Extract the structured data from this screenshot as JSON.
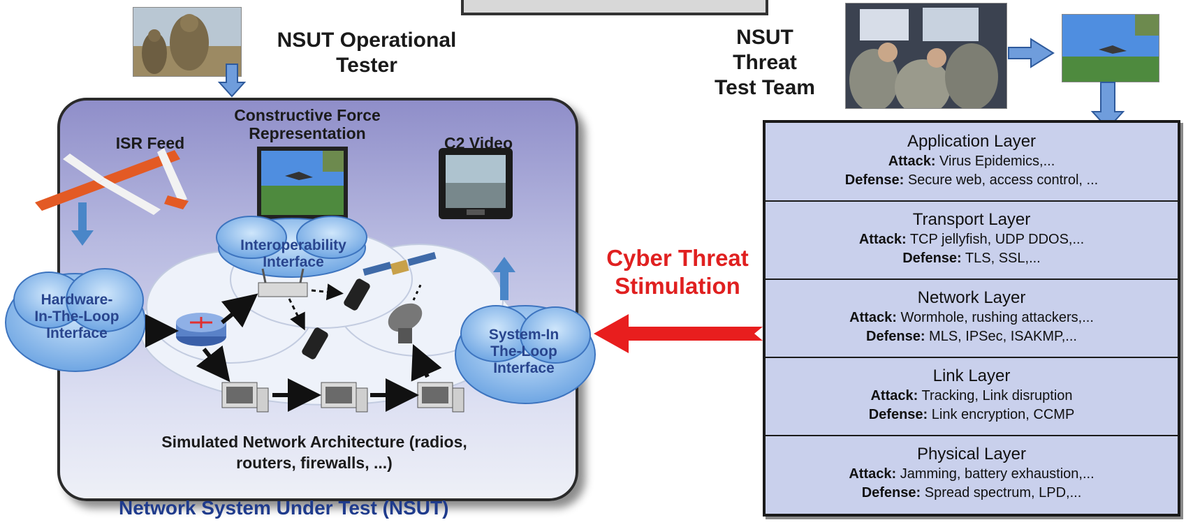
{
  "operational_tester": {
    "title_line1": "NSUT Operational",
    "title_line2": "Tester"
  },
  "threat_team": {
    "line1": "NSUT",
    "line2": "Threat",
    "line3": "Test Team"
  },
  "nsut": {
    "isr_feed": "ISR Feed",
    "constructive_line1": "Constructive Force",
    "constructive_line2": "Representation",
    "c2_video": "C2 Video",
    "interop_line1": "Interoperability",
    "interop_line2": "Interface",
    "hil_line1": "Hardware-",
    "hil_line2": "In-The-Loop",
    "hil_line3": "Interface",
    "sil_line1": "System-In",
    "sil_line2": "The-Loop",
    "sil_line3": "Interface",
    "network_line1": "Simulated Network Architecture (radios,",
    "network_line2": "routers, firewalls, ...)",
    "caption": "Network System Under Test (NSUT)"
  },
  "cyber_threat": {
    "line1": "Cyber Threat",
    "line2": "Stimulation"
  },
  "layers": [
    {
      "title": "Application Layer",
      "attack_label": "Attack:",
      "attack": " Virus Epidemics,...",
      "defense_label": "Defense:",
      "defense": " Secure web, access control, ..."
    },
    {
      "title": "Transport Layer",
      "attack_label": "Attack:",
      "attack": " TCP jellyfish, UDP DDOS,...",
      "defense_label": "Defense:",
      "defense": " TLS, SSL,..."
    },
    {
      "title": "Network Layer",
      "attack_label": "Attack:",
      "attack": " Wormhole, rushing attackers,...",
      "defense_label": "Defense:",
      "defense": " MLS, IPSec, ISAKMP,..."
    },
    {
      "title": "Link Layer",
      "attack_label": "Attack:",
      "attack": " Tracking, Link disruption",
      "defense_label": "Defense:",
      "defense": " Link encryption, CCMP"
    },
    {
      "title": "Physical Layer",
      "attack_label": "Attack:",
      "attack": " Jamming, battery exhaustion,...",
      "defense_label": "Defense:",
      "defense": " Spread spectrum, LPD,..."
    }
  ],
  "colors": {
    "threat_red": "#e02020",
    "caption_blue": "#1f3b8c",
    "cloud_blue": "#29458e",
    "arrow_blue": "#4a86c8"
  }
}
